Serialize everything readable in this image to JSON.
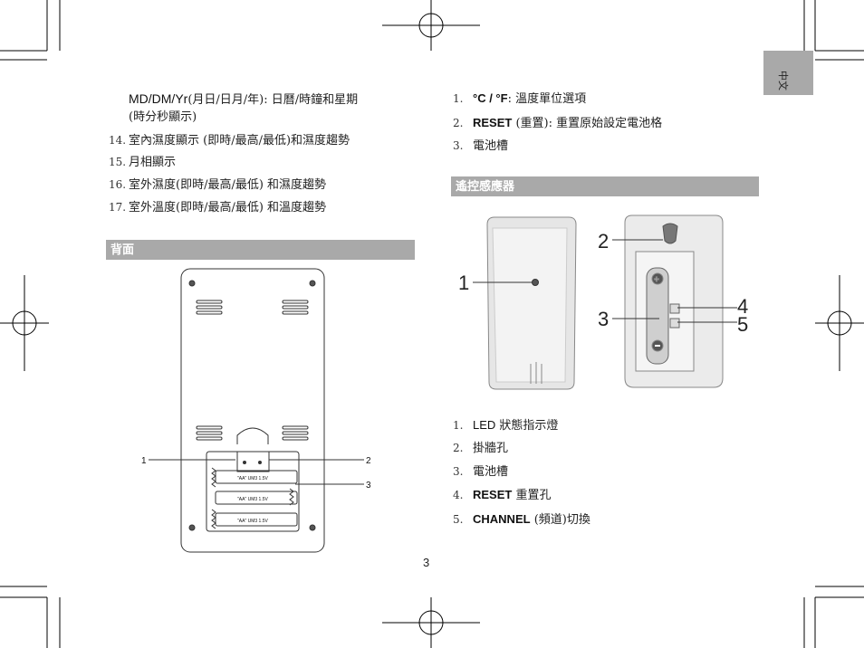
{
  "side_tab": {
    "label": "中文"
  },
  "left_column": {
    "intro_line1_bold": "MD/DM/Yr",
    "intro_line1_rest": "(月日/日月/年): 日曆/時鐘和星期",
    "intro_line2": "(時分秒顯示)",
    "items": [
      {
        "num": "14.",
        "text": "室內濕度顯示 (即時/最高/最低)和濕度趨勢"
      },
      {
        "num": "15.",
        "text": "月相顯示"
      },
      {
        "num": "16.",
        "text": "室外濕度(即時/最高/最低) 和濕度趨勢"
      },
      {
        "num": "17.",
        "text": "室外溫度(即時/最高/最低) 和溫度趨勢"
      }
    ],
    "section_title": "背面",
    "figure": {
      "callouts": [
        "1",
        "2",
        "3"
      ],
      "battery_label": "\"AA\" UM3 1.5V"
    }
  },
  "right_column": {
    "items": [
      {
        "num": "1.",
        "bold": "°C / °F",
        "text": ": 溫度單位選項"
      },
      {
        "num": "2.",
        "bold": "RESET",
        "text": " (重置): 重置原始設定電池格"
      },
      {
        "num": "3.",
        "bold": "",
        "text": "電池槽"
      }
    ],
    "section_title": "遙控感應器",
    "figure": {
      "callouts": [
        "1",
        "2",
        "3",
        "4",
        "5"
      ]
    },
    "items2": [
      {
        "num": "1.",
        "bold": "LED",
        "text": " 狀態指示燈"
      },
      {
        "num": "2.",
        "bold": "",
        "text": "掛牆孔"
      },
      {
        "num": "3.",
        "bold": "",
        "text": "電池槽"
      },
      {
        "num": "4.",
        "bold": "RESET",
        "text": " 重置孔"
      },
      {
        "num": "5.",
        "bold": "CHANNEL",
        "text": " (頻道)切換"
      }
    ]
  },
  "page_number": "3"
}
